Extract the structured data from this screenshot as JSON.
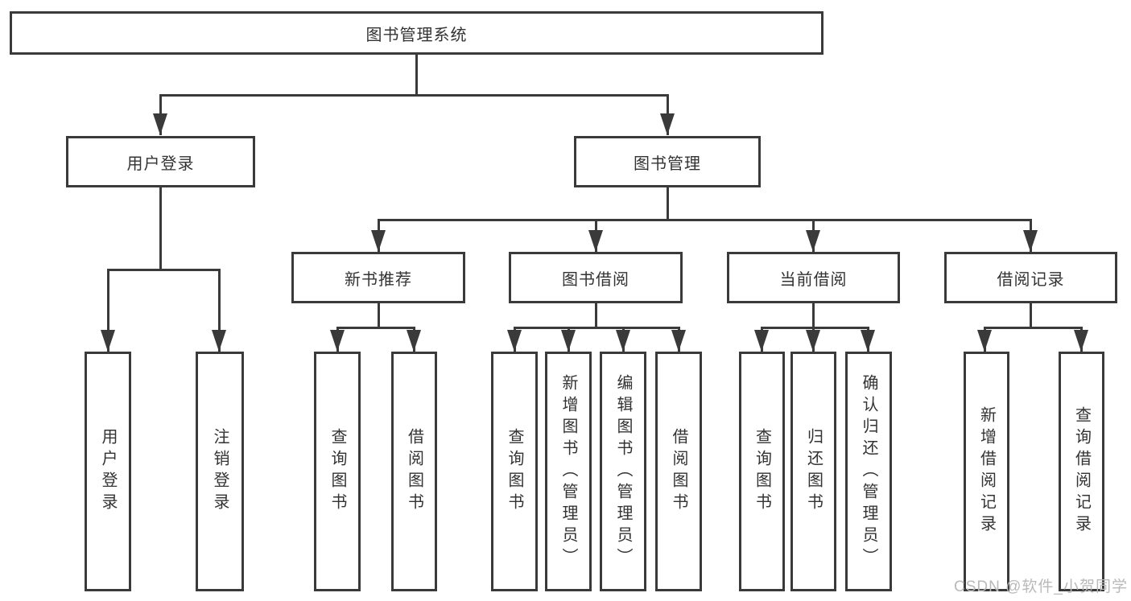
{
  "watermark": "CSDN @软件_小贺同学",
  "colors": {
    "line": "#3a3a3a",
    "text": "#333333",
    "background": "#ffffff",
    "watermark": "#b9b9b9"
  },
  "tree": {
    "root": "图书管理系统",
    "level2": [
      "用户登录",
      "图书管理"
    ],
    "level3": [
      "新书推荐",
      "图书借阅",
      "当前借阅",
      "借阅记录"
    ],
    "leaves": {
      "user_login": [
        "用户登录",
        "注销登录"
      ],
      "new_book_rec": [
        "查询图书",
        "借阅图书"
      ],
      "book_borrow": [
        "查询图书",
        "新增图书（管理员）",
        "编辑图书（管理员）",
        "借阅图书"
      ],
      "current_borrow": [
        "查询图书",
        "归还图书",
        "确认归还（管理员）"
      ],
      "borrow_record": [
        "新增借阅记录",
        "查询借阅记录"
      ]
    }
  }
}
